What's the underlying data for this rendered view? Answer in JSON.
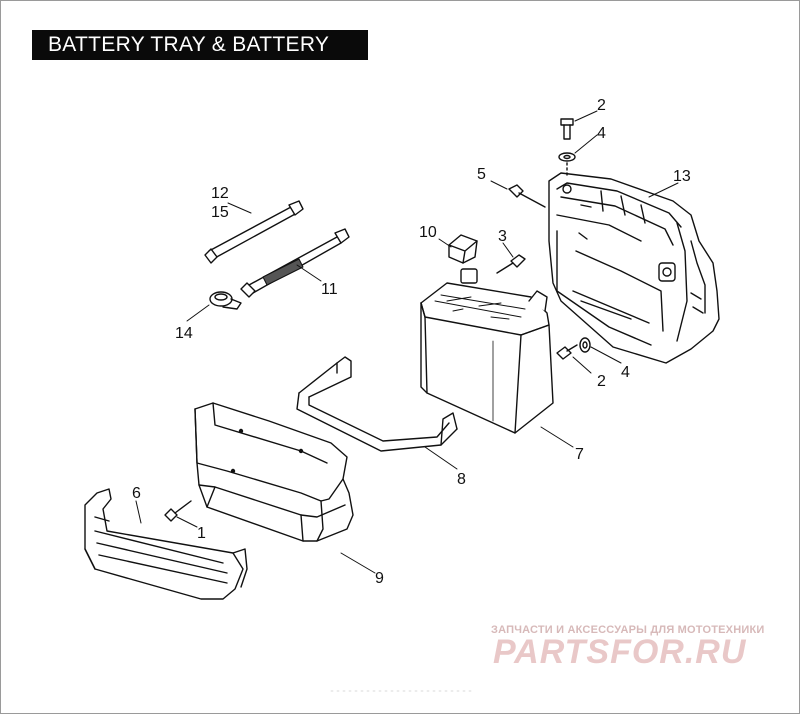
{
  "title": "BATTERY TRAY & BATTERY",
  "callouts": {
    "c1": "1",
    "c2a": "2",
    "c2b": "2",
    "c3": "3",
    "c4a": "4",
    "c4b": "4",
    "c5": "5",
    "c6": "6",
    "c7": "7",
    "c8": "8",
    "c9": "9",
    "c10": "10",
    "c11": "11",
    "c12": "12",
    "c13": "13",
    "c14": "14",
    "c15": "15"
  },
  "watermark": {
    "caption": "ЗАПЧАСТИ И АКСЕССУАРЫ ДЛЯ МОТОТЕХНИКИ",
    "logo": "PARTSFOR.RU"
  }
}
